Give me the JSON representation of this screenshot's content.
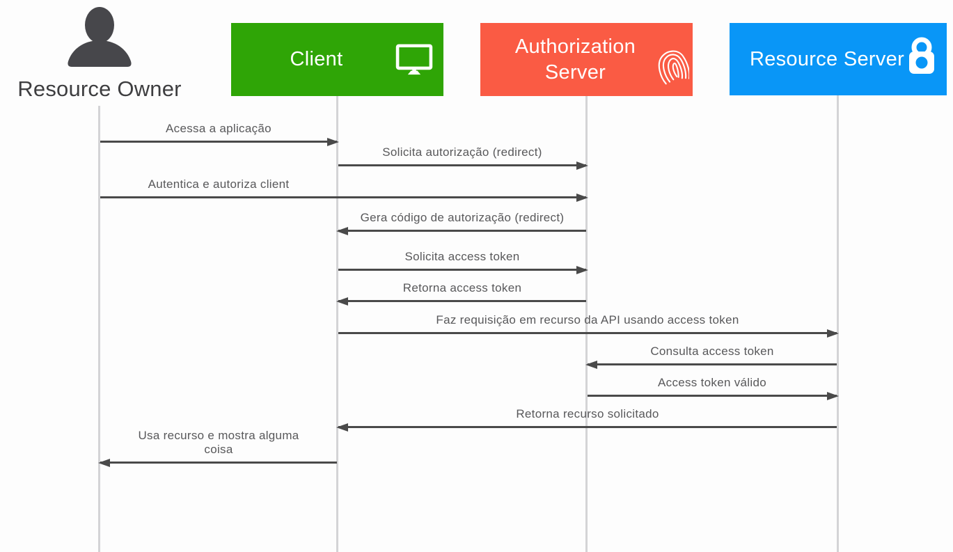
{
  "diagram": {
    "type": "sequence-diagram",
    "background_color": "#fdfdfd",
    "arrow_color": "#4a4a4a",
    "lifeline_color": "#d4d4d6",
    "message_label_color": "#58585a"
  },
  "actors": [
    {
      "name": "Resource Owner",
      "icon": "person-icon",
      "color": "#414145"
    },
    {
      "name": "Client",
      "icon": "monitor-icon",
      "color": "#2fa506"
    },
    {
      "name": "Authorization Server",
      "icon": "fingerprint-icon",
      "color": "#fa5b44"
    },
    {
      "name": "Resource Server",
      "icon": "lock-icon",
      "color": "#0996f7"
    }
  ],
  "messages": [
    {
      "label": "Acessa a aplicação",
      "from": "Resource Owner",
      "to": "Client"
    },
    {
      "label": "Solicita autorização (redirect)",
      "from": "Client",
      "to": "Authorization Server"
    },
    {
      "label": "Autentica e autoriza client",
      "from": "Resource Owner",
      "to": "Authorization Server"
    },
    {
      "label": "Gera código de autorização (redirect)",
      "from": "Authorization Server",
      "to": "Client"
    },
    {
      "label": "Solicita access token",
      "from": "Client",
      "to": "Authorization Server"
    },
    {
      "label": "Retorna access token",
      "from": "Authorization Server",
      "to": "Client"
    },
    {
      "label": "Faz requisição em recurso da API usando access token",
      "from": "Client",
      "to": "Resource Server"
    },
    {
      "label": "Consulta access token",
      "from": "Resource Server",
      "to": "Authorization Server"
    },
    {
      "label": "Access token válido",
      "from": "Authorization Server",
      "to": "Resource Server"
    },
    {
      "label": "Retorna recurso solicitado",
      "from": "Resource Server",
      "to": "Client"
    },
    {
      "label": "Usa recurso e mostra alguma coisa",
      "from": "Client",
      "to": "Resource Owner"
    }
  ]
}
